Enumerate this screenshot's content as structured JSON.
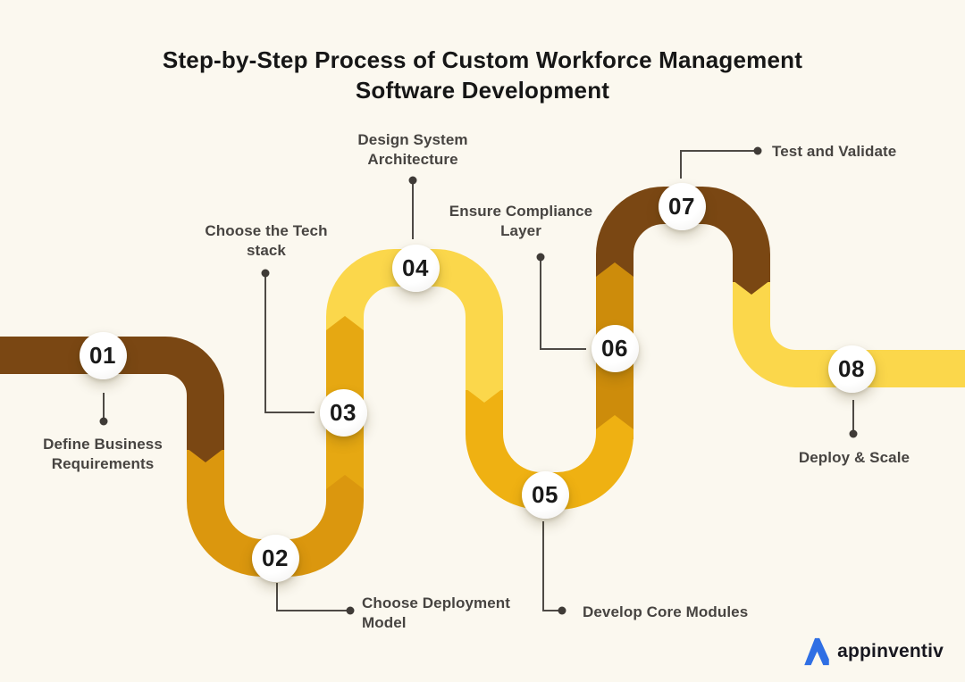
{
  "title": {
    "line1": "Step-by-Step Process of Custom Workforce Management",
    "line2": "Software Development"
  },
  "steps": [
    {
      "number": "01",
      "label": "Define Business\nRequirements"
    },
    {
      "number": "02",
      "label": "Choose Deployment\nModel"
    },
    {
      "number": "03",
      "label": "Choose the Tech\nstack"
    },
    {
      "number": "04",
      "label": "Design System\nArchitecture"
    },
    {
      "number": "05",
      "label": "Develop Core Modules"
    },
    {
      "number": "06",
      "label": "Ensure Compliance\nLayer"
    },
    {
      "number": "07",
      "label": "Test and Validate"
    },
    {
      "number": "08",
      "label": "Deploy & Scale"
    }
  ],
  "colors": {
    "background": "#FBF8EF",
    "path_segments": [
      "#7A4713",
      "#DB970E",
      "#E6A812",
      "#FBD74B",
      "#EFB112",
      "#CD8C0B",
      "#7A4713",
      "#FBD74B"
    ],
    "connector": "#4E4A45",
    "connector_dot": "#3F3B37",
    "circle_fill": "#FFFFFF",
    "number_color": "#191919",
    "label_color": "#474441",
    "title_color": "#161616",
    "logo_blue": "#2F6FE4",
    "logo_text_color": "#17171F"
  },
  "logo": {
    "text": "appinventiv"
  }
}
